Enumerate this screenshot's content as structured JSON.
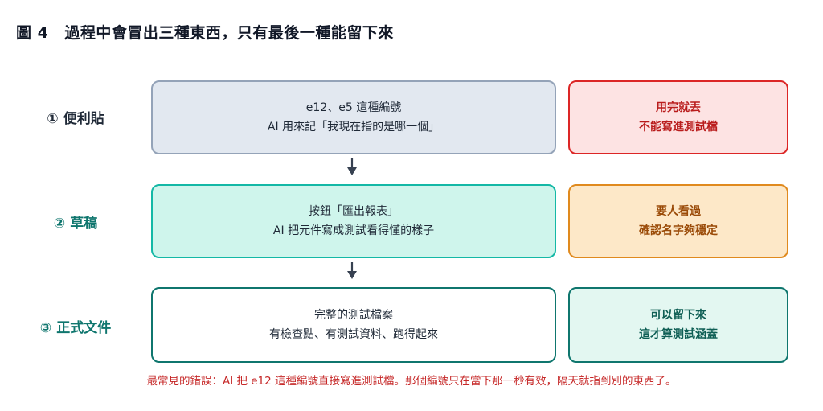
{
  "title": {
    "figure": "圖 4",
    "text": "過程中會冒出三種東西，只有最後一種能留下來"
  },
  "rows": [
    {
      "num": "①",
      "label": "便利貼",
      "label_color": "#1f2937",
      "box_line1": "e12、e5 這種編號",
      "box_line2": "AI 用來記「我現在指的是哪一個」",
      "box_fill": "#e2e8f0",
      "box_border": "#94a3b8",
      "note_line1": "用完就丟",
      "note_line2": "不能寫進測試檔",
      "note_fill": "#fde3e3",
      "note_border": "#dc2626",
      "note_text": "#b91c1c"
    },
    {
      "num": "②",
      "label": "草稿",
      "label_color": "#0f766e",
      "box_line1": "按鈕「匯出報表」",
      "box_line2": "AI 把元件寫成測試看得懂的樣子",
      "box_fill": "#cff5ec",
      "box_border": "#14b8a6",
      "note_line1": "要人看過",
      "note_line2": "確認名字夠穩定",
      "note_fill": "#fde8c8",
      "note_border": "#e08a1e",
      "note_text": "#9a4a07"
    },
    {
      "num": "③",
      "label": "正式文件",
      "label_color": "#0f766e",
      "box_line1": "完整的測試檔案",
      "box_line2": "有檢查點、有測試資料、跑得起來",
      "box_fill": "#ffffff",
      "box_border": "#0f766e",
      "note_line1": "可以留下來",
      "note_line2": "這才算測試涵蓋",
      "note_fill": "#e3f7f1",
      "note_border": "#0f766e",
      "note_text": "#0f5f55"
    }
  ],
  "arrow_color": "#374151",
  "footnote": "最常見的錯誤：AI 把 e12 這種編號直接寫進測試檔。那個編號只在當下那一秒有效，隔天就指到別的東西了。"
}
